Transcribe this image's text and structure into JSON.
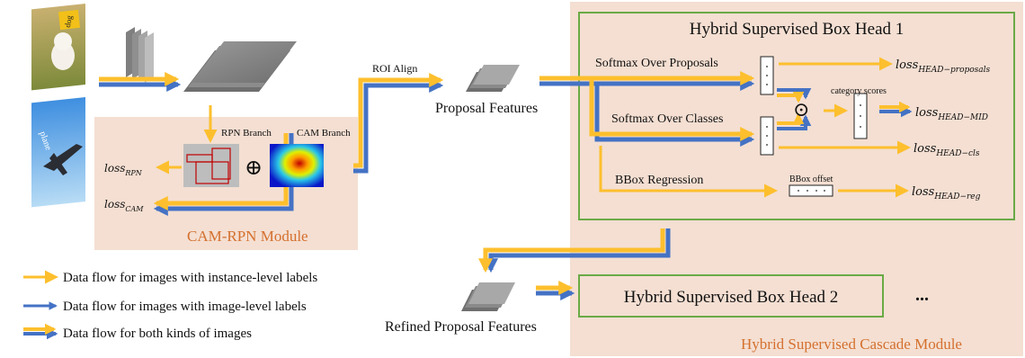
{
  "images": {
    "dog_label": "dog",
    "plane_label": "plane"
  },
  "cam_rpn": {
    "title": "CAM-RPN Module",
    "rpn_branch": "RPN Branch",
    "cam_branch": "CAM Branch",
    "oplus": "⊕",
    "loss_rpn": "loss",
    "loss_rpn_sub": "RPN",
    "loss_cam": "loss",
    "loss_cam_sub": "CAM"
  },
  "roi_align": "ROI Align",
  "proposal_features": "Proposal Features",
  "refined_proposal_features": "Refined Proposal Features",
  "head1": {
    "title": "Hybrid Supervised Box Head 1",
    "softmax_proposals": "Softmax Over Proposals",
    "softmax_classes": "Softmax Over Classes",
    "bbox_regression": "BBox Regression",
    "category_scores": "category scores",
    "bbox_offset": "BBox offset",
    "odot": "⊙",
    "loss_proposals": "loss",
    "loss_proposals_sub": "HEAD−proposals",
    "loss_mid": "loss",
    "loss_mid_sub": "HEAD−MID",
    "loss_cls": "loss",
    "loss_cls_sub": "HEAD−cls",
    "loss_reg": "loss",
    "loss_reg_sub": "HEAD−reg"
  },
  "head2": {
    "title": "Hybrid Supervised Box Head 2",
    "ellipsis": "..."
  },
  "cascade_title": "Hybrid Supervised Cascade Module",
  "legend": [
    {
      "text": "Data flow for images with instance-level labels",
      "kind": "instance"
    },
    {
      "text": "Data flow for images with image-level labels",
      "kind": "image"
    },
    {
      "text": "Data flow for both kinds of images",
      "kind": "both"
    }
  ],
  "colors": {
    "yellow": "#FDBF2D",
    "blue": "#4472C4",
    "panel": "#F4DFD2",
    "module_label": "#D4702E",
    "head_border": "#6AAA46",
    "red": "#C00000"
  }
}
